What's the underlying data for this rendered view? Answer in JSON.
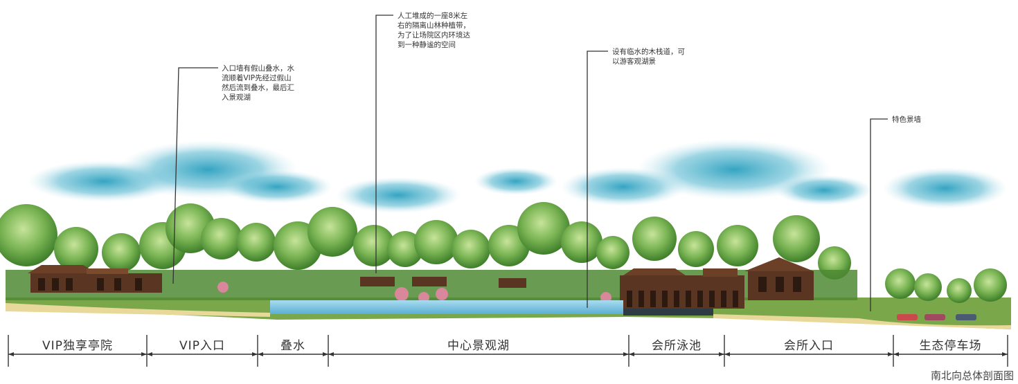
{
  "annotations": {
    "a1": "入口墙有假山叠水，水\n流顺着VIP先经过假山\n然后流到叠水，最后汇\n入景观湖",
    "a2": "人工堆成的一座8米左\n右的隔离山林种植带，\n为了让场院区内环境达\n到一种静谧的空间",
    "a3": "设有临水的木栈道，可\n以游客观湖景",
    "a4": "特色景墙"
  },
  "zones": [
    {
      "label": "VIP独享亭院"
    },
    {
      "label": "VIP入口"
    },
    {
      "label": "叠水"
    },
    {
      "label": "中心景观湖"
    },
    {
      "label": "会所泳池"
    },
    {
      "label": "会所入口"
    },
    {
      "label": "生态停车场"
    }
  ],
  "caption": "南北向总体剖面图",
  "colors": {
    "sky": "#3fa9c2",
    "tree": "#6aa84f",
    "tree_dark": "#3f7f2a",
    "building": "#5a3522",
    "water": "#7fc3e0",
    "ground": "#e8d89a",
    "line": "#333333"
  }
}
